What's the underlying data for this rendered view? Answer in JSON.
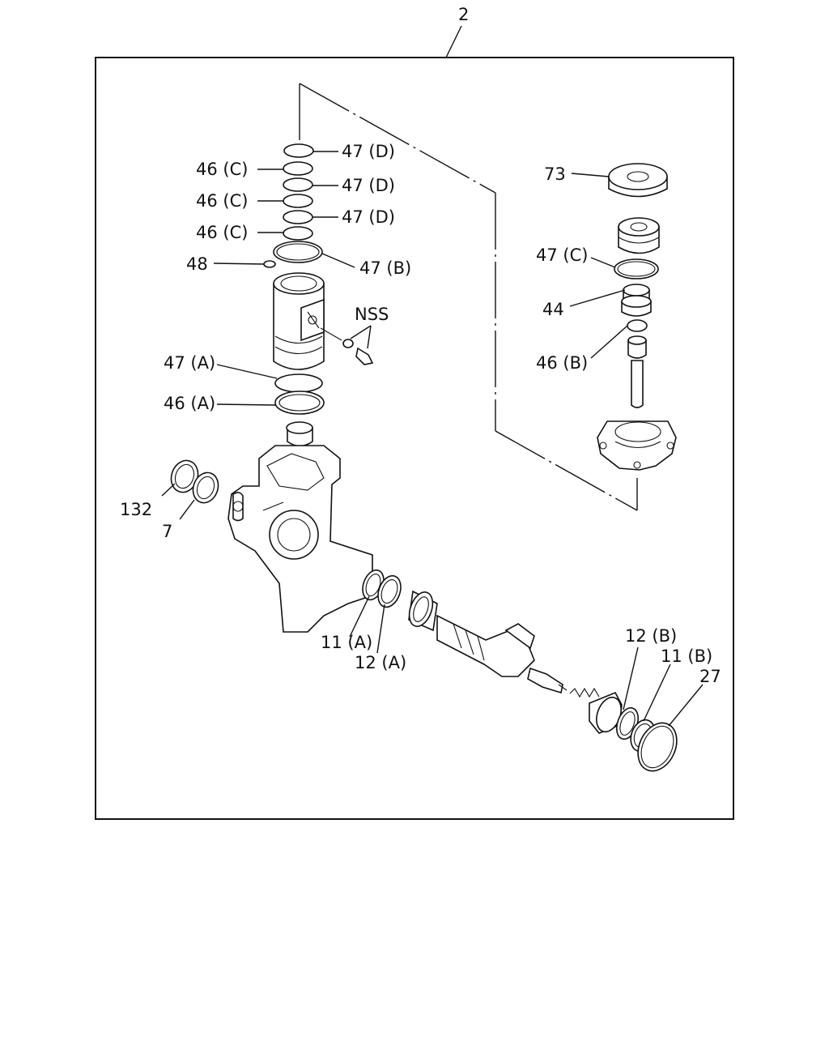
{
  "assembly_number": "2",
  "callouts": {
    "47D_1": "47 (D)",
    "46C_1": "46 (C)",
    "47D_2": "47 (D)",
    "46C_2": "46 (C)",
    "47D_3": "47 (D)",
    "46C_3": "46 (C)",
    "48": "48",
    "47B": "47 (B)",
    "NSS": "NSS",
    "47A": "47 (A)",
    "46A": "46 (A)",
    "73": "73",
    "47C": "47 (C)",
    "44": "44",
    "46B": "46 (B)",
    "132": "132",
    "7": "7",
    "11A": "11 (A)",
    "12A": "12 (A)",
    "12B": "12 (B)",
    "11B": "11 (B)",
    "27": "27"
  },
  "icons": [
    "o-ring-seal",
    "valve-body",
    "pinion-shaft",
    "housing-flange",
    "bolt",
    "washer",
    "spring"
  ]
}
